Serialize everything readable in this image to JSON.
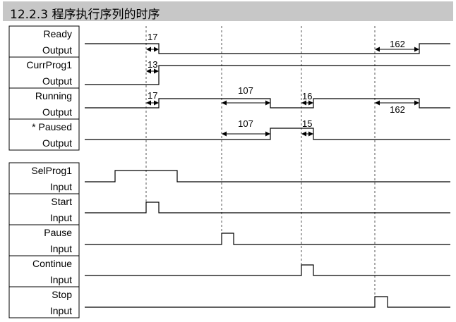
{
  "header": {
    "title": "12.2.3   程序执行序列的时序"
  },
  "signals": [
    {
      "id": "ready",
      "name": "Ready",
      "kind": "Output",
      "group": "outputs"
    },
    {
      "id": "currprog",
      "name": "CurrProg1",
      "kind": "Output",
      "group": "outputs"
    },
    {
      "id": "running",
      "name": "Running",
      "kind": "Output",
      "group": "outputs"
    },
    {
      "id": "paused",
      "name": "* Paused",
      "kind": "Output",
      "group": "outputs"
    },
    {
      "id": "selprog",
      "name": "SelProg1",
      "kind": "Input",
      "group": "inputs"
    },
    {
      "id": "start",
      "name": "Start",
      "kind": "Input",
      "group": "inputs"
    },
    {
      "id": "pause",
      "name": "Pause",
      "kind": "Input",
      "group": "inputs"
    },
    {
      "id": "continue",
      "name": "Continue",
      "kind": "Input",
      "group": "inputs"
    },
    {
      "id": "stop",
      "name": "Stop",
      "kind": "Input",
      "group": "inputs"
    }
  ],
  "annotations": [
    {
      "id": "ready-17",
      "text": "17"
    },
    {
      "id": "ready-162",
      "text": "162"
    },
    {
      "id": "currprog-13",
      "text": "13"
    },
    {
      "id": "running-17",
      "text": "17"
    },
    {
      "id": "running-107",
      "text": "107"
    },
    {
      "id": "running-16",
      "text": "16"
    },
    {
      "id": "running-162",
      "text": "162"
    },
    {
      "id": "paused-107",
      "text": "107"
    },
    {
      "id": "paused-15",
      "text": "15"
    }
  ]
}
